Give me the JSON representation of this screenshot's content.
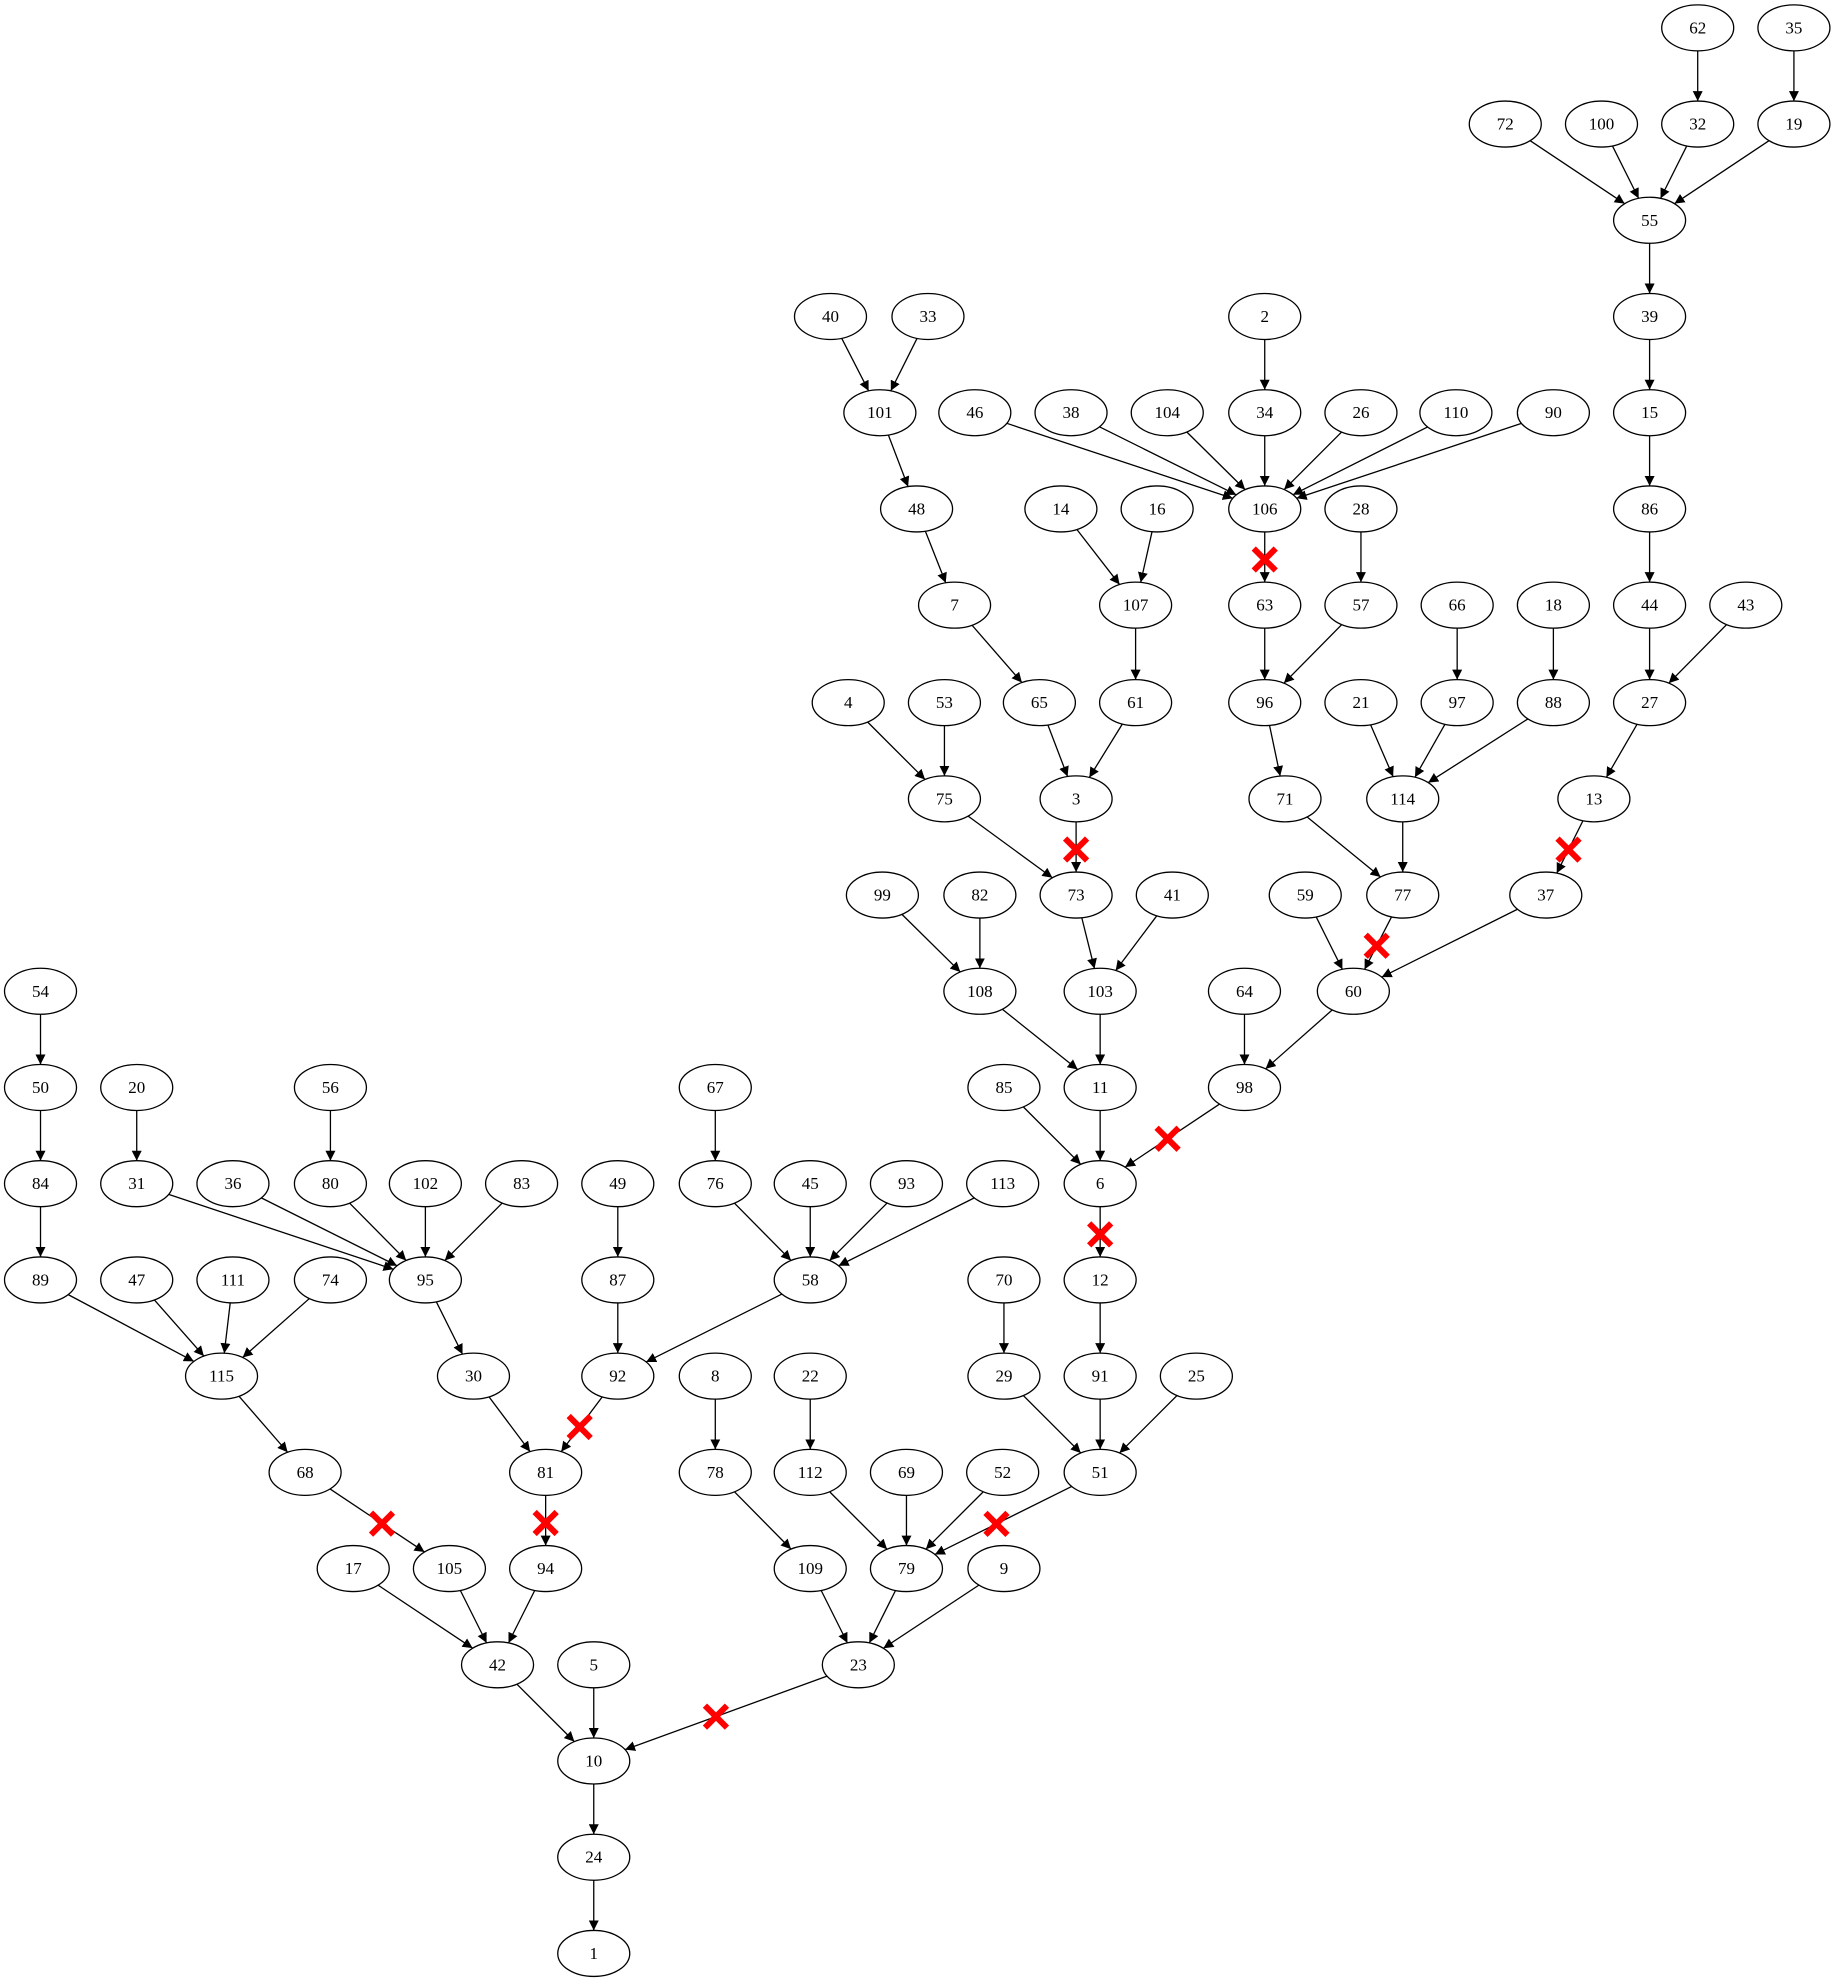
{
  "graph": {
    "nodes": [
      "1",
      "2",
      "3",
      "4",
      "5",
      "6",
      "7",
      "8",
      "9",
      "10",
      "11",
      "12",
      "13",
      "14",
      "15",
      "16",
      "17",
      "18",
      "19",
      "20",
      "21",
      "22",
      "23",
      "24",
      "25",
      "26",
      "27",
      "28",
      "29",
      "30",
      "31",
      "32",
      "33",
      "34",
      "35",
      "36",
      "37",
      "38",
      "39",
      "40",
      "41",
      "42",
      "43",
      "44",
      "45",
      "46",
      "47",
      "48",
      "49",
      "50",
      "51",
      "52",
      "53",
      "54",
      "55",
      "56",
      "57",
      "58",
      "59",
      "60",
      "61",
      "62",
      "63",
      "64",
      "65",
      "66",
      "67",
      "68",
      "69",
      "70",
      "71",
      "72",
      "73",
      "74",
      "75",
      "76",
      "77",
      "78",
      "79",
      "80",
      "81",
      "82",
      "83",
      "84",
      "85",
      "86",
      "87",
      "88",
      "89",
      "90",
      "91",
      "92",
      "93",
      "94",
      "95",
      "96",
      "97",
      "98",
      "99",
      "100",
      "101",
      "102",
      "103",
      "104",
      "105",
      "106",
      "107",
      "108",
      "109",
      "110",
      "111",
      "112",
      "113",
      "114",
      "115"
    ],
    "edges": [
      {
        "from": "62",
        "to": "32"
      },
      {
        "from": "35",
        "to": "19"
      },
      {
        "from": "72",
        "to": "55"
      },
      {
        "from": "100",
        "to": "55"
      },
      {
        "from": "32",
        "to": "55"
      },
      {
        "from": "19",
        "to": "55"
      },
      {
        "from": "55",
        "to": "39"
      },
      {
        "from": "39",
        "to": "15"
      },
      {
        "from": "15",
        "to": "86"
      },
      {
        "from": "86",
        "to": "44"
      },
      {
        "from": "44",
        "to": "27"
      },
      {
        "from": "43",
        "to": "27"
      },
      {
        "from": "27",
        "to": "13"
      },
      {
        "from": "13",
        "to": "37",
        "cut": true
      },
      {
        "from": "37",
        "to": "60"
      },
      {
        "from": "40",
        "to": "101"
      },
      {
        "from": "33",
        "to": "101"
      },
      {
        "from": "101",
        "to": "48"
      },
      {
        "from": "48",
        "to": "7"
      },
      {
        "from": "7",
        "to": "65"
      },
      {
        "from": "2",
        "to": "34"
      },
      {
        "from": "46",
        "to": "106"
      },
      {
        "from": "38",
        "to": "106"
      },
      {
        "from": "104",
        "to": "106"
      },
      {
        "from": "34",
        "to": "106"
      },
      {
        "from": "26",
        "to": "106"
      },
      {
        "from": "110",
        "to": "106"
      },
      {
        "from": "90",
        "to": "106"
      },
      {
        "from": "106",
        "to": "63",
        "cut": true
      },
      {
        "from": "14",
        "to": "107"
      },
      {
        "from": "16",
        "to": "107"
      },
      {
        "from": "107",
        "to": "61"
      },
      {
        "from": "28",
        "to": "57"
      },
      {
        "from": "63",
        "to": "96"
      },
      {
        "from": "57",
        "to": "96"
      },
      {
        "from": "96",
        "to": "71"
      },
      {
        "from": "66",
        "to": "97"
      },
      {
        "from": "18",
        "to": "88"
      },
      {
        "from": "21",
        "to": "114"
      },
      {
        "from": "97",
        "to": "114"
      },
      {
        "from": "88",
        "to": "114"
      },
      {
        "from": "114",
        "to": "77"
      },
      {
        "from": "71",
        "to": "77"
      },
      {
        "from": "4",
        "to": "75"
      },
      {
        "from": "53",
        "to": "75"
      },
      {
        "from": "65",
        "to": "3"
      },
      {
        "from": "61",
        "to": "3"
      },
      {
        "from": "3",
        "to": "73",
        "cut": true
      },
      {
        "from": "75",
        "to": "73"
      },
      {
        "from": "99",
        "to": "108"
      },
      {
        "from": "82",
        "to": "108"
      },
      {
        "from": "73",
        "to": "103"
      },
      {
        "from": "41",
        "to": "103"
      },
      {
        "from": "59",
        "to": "60"
      },
      {
        "from": "77",
        "to": "60",
        "cut": true
      },
      {
        "from": "108",
        "to": "11"
      },
      {
        "from": "103",
        "to": "11"
      },
      {
        "from": "64",
        "to": "98"
      },
      {
        "from": "60",
        "to": "98"
      },
      {
        "from": "85",
        "to": "6"
      },
      {
        "from": "11",
        "to": "6"
      },
      {
        "from": "98",
        "to": "6",
        "cut": true
      },
      {
        "from": "6",
        "to": "12",
        "cut": true
      },
      {
        "from": "12",
        "to": "91"
      },
      {
        "from": "54",
        "to": "50"
      },
      {
        "from": "50",
        "to": "84"
      },
      {
        "from": "84",
        "to": "89"
      },
      {
        "from": "20",
        "to": "31"
      },
      {
        "from": "56",
        "to": "80"
      },
      {
        "from": "31",
        "to": "95"
      },
      {
        "from": "36",
        "to": "95"
      },
      {
        "from": "80",
        "to": "95"
      },
      {
        "from": "102",
        "to": "95"
      },
      {
        "from": "83",
        "to": "95"
      },
      {
        "from": "67",
        "to": "76"
      },
      {
        "from": "76",
        "to": "58"
      },
      {
        "from": "45",
        "to": "58"
      },
      {
        "from": "93",
        "to": "58"
      },
      {
        "from": "113",
        "to": "58"
      },
      {
        "from": "49",
        "to": "87"
      },
      {
        "from": "87",
        "to": "92"
      },
      {
        "from": "58",
        "to": "92"
      },
      {
        "from": "89",
        "to": "115"
      },
      {
        "from": "47",
        "to": "115"
      },
      {
        "from": "111",
        "to": "115"
      },
      {
        "from": "74",
        "to": "115"
      },
      {
        "from": "95",
        "to": "30"
      },
      {
        "from": "30",
        "to": "81"
      },
      {
        "from": "92",
        "to": "81",
        "cut": true
      },
      {
        "from": "70",
        "to": "29"
      },
      {
        "from": "29",
        "to": "51"
      },
      {
        "from": "91",
        "to": "51"
      },
      {
        "from": "25",
        "to": "51"
      },
      {
        "from": "8",
        "to": "78"
      },
      {
        "from": "22",
        "to": "112"
      },
      {
        "from": "115",
        "to": "68"
      },
      {
        "from": "68",
        "to": "105",
        "cut": true
      },
      {
        "from": "81",
        "to": "94",
        "cut": true
      },
      {
        "from": "78",
        "to": "109"
      },
      {
        "from": "112",
        "to": "79"
      },
      {
        "from": "69",
        "to": "79"
      },
      {
        "from": "52",
        "to": "79"
      },
      {
        "from": "51",
        "to": "79",
        "cut": true
      },
      {
        "from": "17",
        "to": "42"
      },
      {
        "from": "105",
        "to": "42"
      },
      {
        "from": "94",
        "to": "42"
      },
      {
        "from": "109",
        "to": "23"
      },
      {
        "from": "79",
        "to": "23"
      },
      {
        "from": "9",
        "to": "23"
      },
      {
        "from": "42",
        "to": "10"
      },
      {
        "from": "5",
        "to": "10"
      },
      {
        "from": "23",
        "to": "10",
        "cut": true
      },
      {
        "from": "10",
        "to": "24"
      },
      {
        "from": "24",
        "to": "1"
      }
    ]
  }
}
